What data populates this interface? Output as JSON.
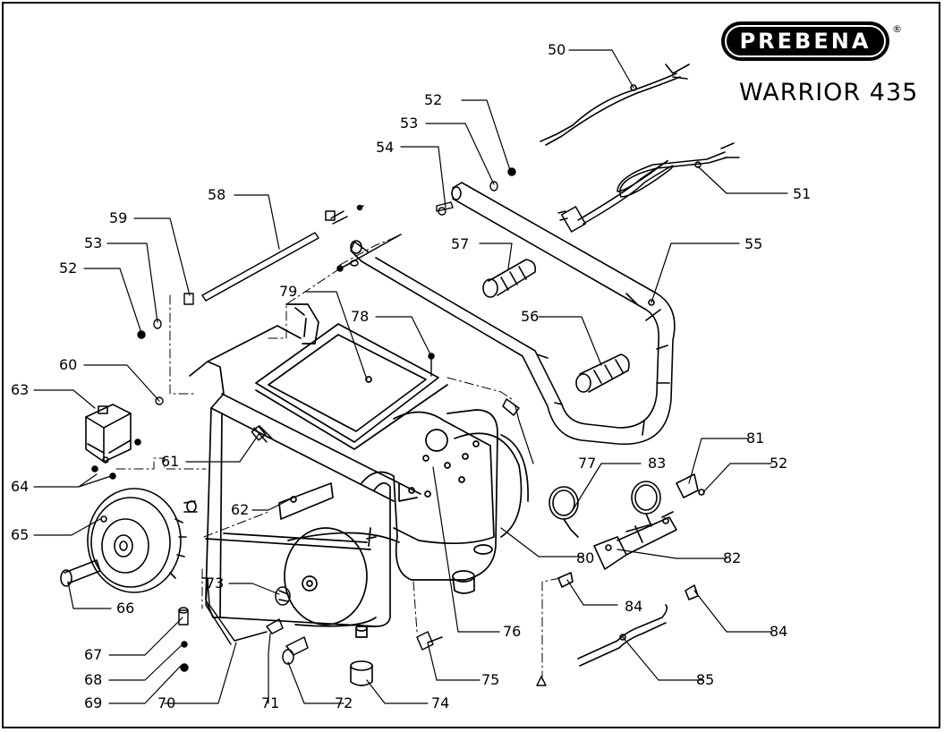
{
  "brand": {
    "logo_text": "PREBENA",
    "registered_mark": "®",
    "model": "WARRIOR 435"
  },
  "parts": [
    {
      "id": "50",
      "label": "50"
    },
    {
      "id": "51",
      "label": "51"
    },
    {
      "id": "52a",
      "label": "52"
    },
    {
      "id": "53a",
      "label": "53"
    },
    {
      "id": "54",
      "label": "54"
    },
    {
      "id": "55",
      "label": "55"
    },
    {
      "id": "56",
      "label": "56"
    },
    {
      "id": "57",
      "label": "57"
    },
    {
      "id": "58",
      "label": "58"
    },
    {
      "id": "59",
      "label": "59"
    },
    {
      "id": "53b",
      "label": "53"
    },
    {
      "id": "52b",
      "label": "52"
    },
    {
      "id": "79",
      "label": "79"
    },
    {
      "id": "78",
      "label": "78"
    },
    {
      "id": "60",
      "label": "60"
    },
    {
      "id": "63",
      "label": "63"
    },
    {
      "id": "61",
      "label": "61"
    },
    {
      "id": "64",
      "label": "64"
    },
    {
      "id": "62",
      "label": "62"
    },
    {
      "id": "65",
      "label": "65"
    },
    {
      "id": "66",
      "label": "66"
    },
    {
      "id": "73",
      "label": "73"
    },
    {
      "id": "67",
      "label": "67"
    },
    {
      "id": "68",
      "label": "68"
    },
    {
      "id": "69",
      "label": "69"
    },
    {
      "id": "70",
      "label": "70"
    },
    {
      "id": "71",
      "label": "71"
    },
    {
      "id": "72",
      "label": "72"
    },
    {
      "id": "74",
      "label": "74"
    },
    {
      "id": "75",
      "label": "75"
    },
    {
      "id": "76",
      "label": "76"
    },
    {
      "id": "77",
      "label": "77"
    },
    {
      "id": "83",
      "label": "83"
    },
    {
      "id": "81",
      "label": "81"
    },
    {
      "id": "52c",
      "label": "52"
    },
    {
      "id": "80",
      "label": "80"
    },
    {
      "id": "82",
      "label": "82"
    },
    {
      "id": "84a",
      "label": "84"
    },
    {
      "id": "84b",
      "label": "84"
    },
    {
      "id": "85",
      "label": "85"
    }
  ]
}
